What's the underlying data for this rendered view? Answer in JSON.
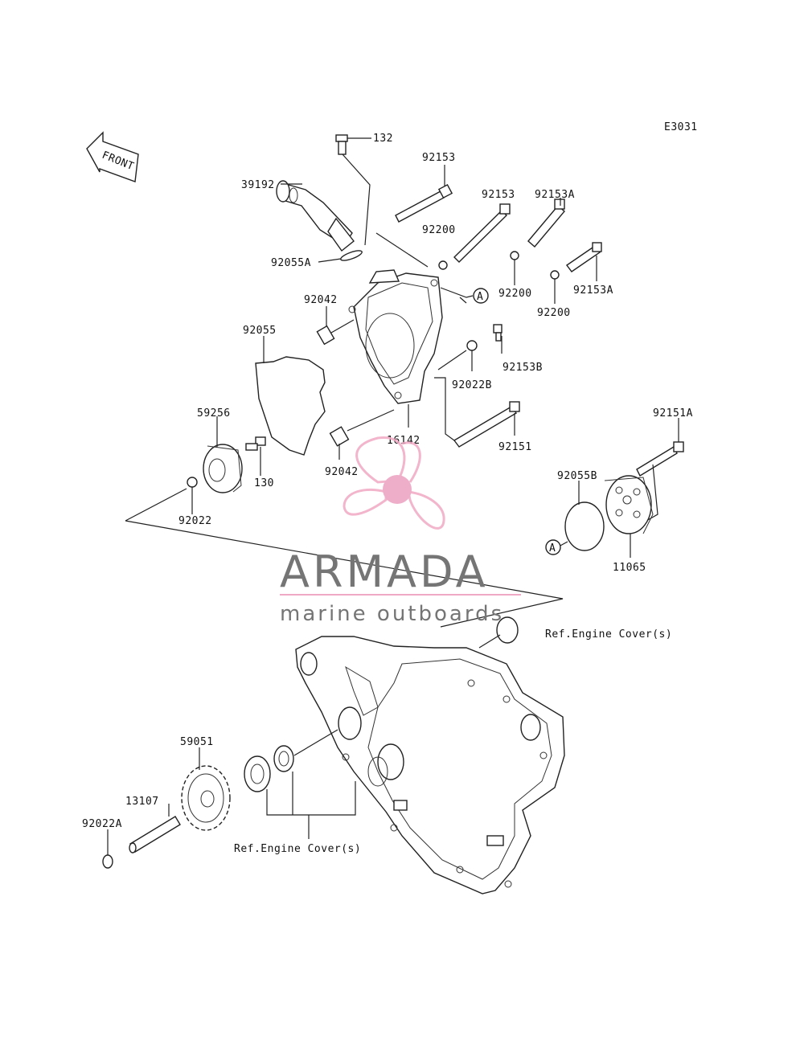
{
  "diagram_code": "E3031",
  "front_label": "FRONT",
  "watermark": {
    "brand": "ARMADA",
    "tagline": "marine outboards",
    "brand_color": "#757575",
    "logo_color": "#f0a9c4",
    "hub_color": "#ec9fbf"
  },
  "callout_letter": "A",
  "parts": {
    "p132": "132",
    "p39192": "39192",
    "p92153": "92153",
    "p92153_2": "92153",
    "p92153A": "92153A",
    "p92200": "92200",
    "p92055A": "92055A",
    "p92200_2": "92200",
    "p92153A_2": "92153A",
    "p92200_3": "92200",
    "p92042": "92042",
    "p92055": "92055",
    "p92153B": "92153B",
    "p92022B": "92022B",
    "p59256": "59256",
    "p16142": "16142",
    "p92151": "92151",
    "p92151A": "92151A",
    "p130": "130",
    "p92042_2": "92042",
    "p92055B": "92055B",
    "p92022": "92022",
    "p11065": "11065",
    "p59051": "59051",
    "p13107": "13107",
    "p92022A": "92022A"
  },
  "references": {
    "ref_engine_cover_top": "Ref.Engine Cover(s)",
    "ref_engine_cover_bottom": "Ref.Engine Cover(s)"
  }
}
